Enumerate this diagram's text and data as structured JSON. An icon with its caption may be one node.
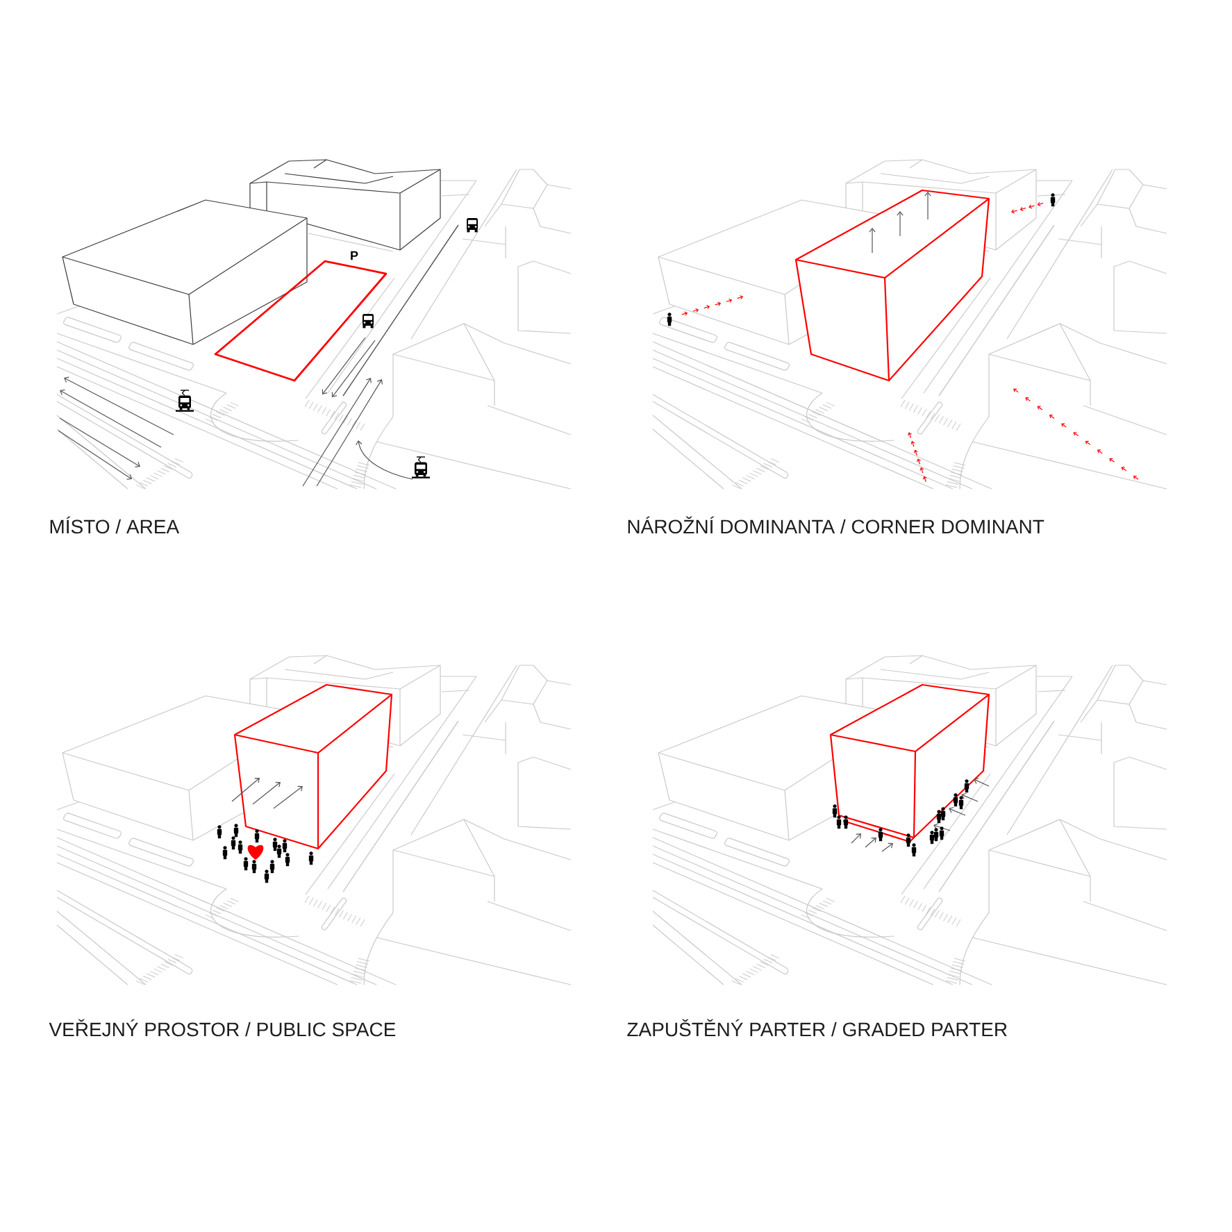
{
  "diagram": {
    "labels": [
      "P",
      "MÍSTO / AREA",
      "NÁROŽNÍ DOMINANTA / CORNER DOMINANT",
      "VEŘEJNÝ PROSTOR / PUBLIC SPACE",
      "ZAPUŠTĚNÝ PARTER / GRADED PARTER"
    ]
  }
}
